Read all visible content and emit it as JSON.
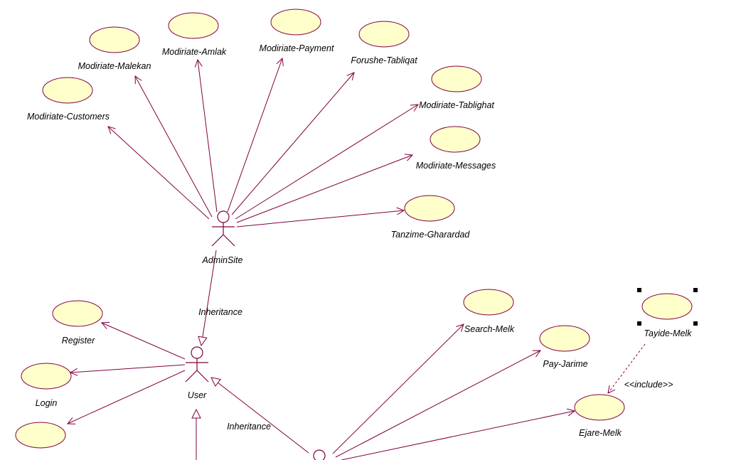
{
  "diagram": {
    "colors": {
      "usecase_fill": "#ffffcc",
      "line": "#800040",
      "text": "#000000",
      "background": "#ffffff"
    },
    "actors": {
      "admin": "AdminSite",
      "user": "User"
    },
    "use_cases": {
      "modiriate_malekan": "Modiriate-Malekan",
      "modiriate_amlak": "Modiriate-Amlak",
      "modiriate_payment": "Modiriate-Payment",
      "forushe_tabliqat": "Forushe-Tabliqat",
      "modiriate_tablighat": "Modiriate-Tablighat",
      "modiriate_customers": "Modiriate-Customers",
      "modiriate_messages": "Modiriate-Messages",
      "tanzime_gharardad": "Tanzime-Gharardad",
      "register": "Register",
      "login": "Login",
      "search_melk": "Search-Melk",
      "pay_jarime": "Pay-Jarime",
      "tayide_melk": "Tayide-Melk",
      "ejare_melk": "Ejare-Melk"
    },
    "relations": {
      "inheritance_label": "Inheritance",
      "include_label": "<<include>>"
    }
  }
}
